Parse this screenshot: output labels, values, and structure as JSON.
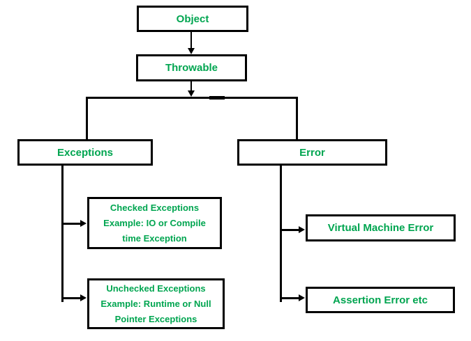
{
  "diagram": {
    "background_color": "#ffffff",
    "box_border_color": "#000000",
    "text_color": "#00a550",
    "nodes": {
      "object": {
        "label": "Object"
      },
      "throwable": {
        "label": "Throwable"
      },
      "exceptions": {
        "label": "Exceptions"
      },
      "error": {
        "label": "Error"
      },
      "checked_exceptions": {
        "lines": [
          "Checked Exceptions",
          "Example: IO or Compile",
          "time Exception"
        ]
      },
      "unchecked_exceptions": {
        "lines": [
          "Unchecked Exceptions",
          "Example: Runtime or Null",
          "Pointer Exceptions"
        ]
      },
      "virtual_machine_error": {
        "label": "Virtual Machine Error"
      },
      "assertion_error": {
        "label": "Assertion Error etc"
      }
    },
    "edges": [
      {
        "from": "Object",
        "to": "Throwable"
      },
      {
        "from": "Throwable",
        "to": "Exceptions"
      },
      {
        "from": "Throwable",
        "to": "Error"
      },
      {
        "from": "Exceptions",
        "to": "Checked Exceptions"
      },
      {
        "from": "Exceptions",
        "to": "Unchecked Exceptions"
      },
      {
        "from": "Error",
        "to": "Virtual Machine Error"
      },
      {
        "from": "Error",
        "to": "Assertion Error etc"
      }
    ]
  }
}
